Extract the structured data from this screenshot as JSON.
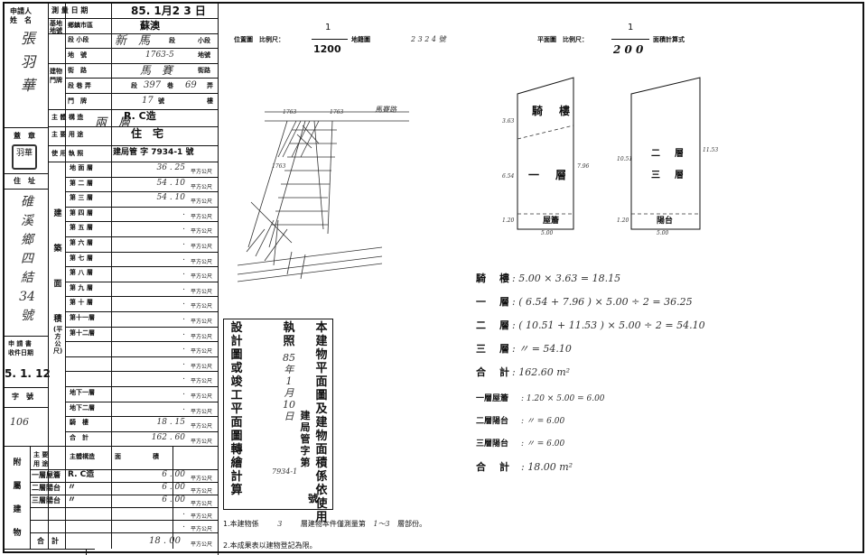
{
  "applicant": {
    "label": "申請人\n姓　名",
    "name_chars": [
      "張",
      "羽",
      "華"
    ],
    "seal_label": "蓋　章",
    "seal_chars": "羽華",
    "address_label": "住　址",
    "address_chars": [
      "碓",
      "溪",
      "鄉",
      "四",
      "結",
      "34",
      "號"
    ],
    "apply_date_label": "申 請 書\n收件日期",
    "apply_date": "5. 1. 12",
    "doc_no_label": "字　號",
    "doc_no": "106"
  },
  "survey": {
    "date_label": "測 量 日 期",
    "date": "85.  1月2 3  日",
    "district_label": "鄉鎮市區",
    "district": "蘇澳",
    "land_label": "基地地號",
    "section_label": "段 小段",
    "section": "新　馬",
    "section_suffix": "段",
    "subsection_suffix": "小段",
    "lot_label": "地　號",
    "lot": "1763-5",
    "lot_suffix": "地號",
    "door_label": "建物門牌",
    "street_label": "街　路",
    "street": "馬　賽",
    "street_suffix": "街路",
    "lane_label": "段 巷 弄",
    "lane_prefix": "段",
    "lane": "397",
    "lane_mid": "巷",
    "alley": "69",
    "alley_suffix": "弄",
    "number_label": "門　牌",
    "number": "17",
    "number_mid": "號",
    "floor_suffix": "樓",
    "structure_label": "主 體 構 造",
    "structure": "R. C造",
    "use_label": "主 要 用 途",
    "use": "住　宅",
    "use_overlay": "兩　層",
    "permit_label": "使 用 執 照",
    "permit": "建局管 字 7934-1  號"
  },
  "area_table": {
    "side_label": [
      "建",
      "築",
      "面",
      "積",
      "(平方公尺)"
    ],
    "unit": "平方公尺",
    "rows": [
      {
        "floor": "地 面 層",
        "value": "36 . 25"
      },
      {
        "floor": "第 二 層",
        "value": "54 . 10"
      },
      {
        "floor": "第 三 層",
        "value": "54 . 10"
      },
      {
        "floor": "第 四 層",
        "value": "."
      },
      {
        "floor": "第 五 層",
        "value": "."
      },
      {
        "floor": "第 六 層",
        "value": "."
      },
      {
        "floor": "第 七 層",
        "value": "."
      },
      {
        "floor": "第 八 層",
        "value": "."
      },
      {
        "floor": "第 九 層",
        "value": "."
      },
      {
        "floor": "第 十 層",
        "value": "."
      },
      {
        "floor": "第十一層",
        "value": "."
      },
      {
        "floor": "第十二層",
        "value": "."
      },
      {
        "floor": "",
        "value": "."
      },
      {
        "floor": "",
        "value": "."
      },
      {
        "floor": "",
        "value": "."
      },
      {
        "floor": "地下一層",
        "value": "."
      },
      {
        "floor": "地下二層",
        "value": "."
      },
      {
        "floor": "騎　樓",
        "value": "18 . 15"
      },
      {
        "floor": "合　計",
        "value": "162 . 60"
      }
    ]
  },
  "annex": {
    "side_label": [
      "附",
      "屬",
      "建",
      "物"
    ],
    "use_header": "主 要\n用 途",
    "struct_header": "主體構造",
    "area_header": "面　　　　　積",
    "rows": [
      {
        "use": "一層屋簷",
        "struct": "R. C造",
        "value": "6 . 00"
      },
      {
        "use": "二層陽台",
        "struct": "〃",
        "value": "6 . 00"
      },
      {
        "use": "三層陽台",
        "struct": "〃",
        "value": "6 . 00"
      },
      {
        "use": "",
        "struct": "",
        "value": "."
      },
      {
        "use": "",
        "struct": "",
        "value": "."
      }
    ],
    "total_label": "合　計",
    "total": "18 . 00"
  },
  "location_map": {
    "title": "位置圖　比例尺：",
    "scale_num": "1",
    "scale_den": "1200",
    "cad_label": "地籍圖",
    "cad_no": "2 3 2 4 號",
    "street_name": "馬賽路",
    "lots": [
      "1763",
      "1763",
      "1763"
    ]
  },
  "floor_plan": {
    "title": "平面圖　比例尺：",
    "scale_num": "1",
    "scale_den": "2 0 0",
    "calc_label": "面積計算式",
    "left": {
      "top": "騎　樓",
      "main": "一　層",
      "bottom": "屋簷",
      "dims": [
        "3.63",
        "6.54",
        "7.96",
        "1.20",
        "5.00"
      ]
    },
    "right": {
      "main": "二　層",
      "main2": "三　層",
      "bottom": "陽台",
      "dims": [
        "10.51",
        "11.53",
        "1.20",
        "5.00"
      ]
    }
  },
  "calculations": [
    {
      "label": "騎　樓",
      "expr": ": 5.00 × 3.63  =  18.15"
    },
    {
      "label": "一　層",
      "expr": ": ( 6.54 + 7.96 ) × 5.00 ÷ 2   = 36.25"
    },
    {
      "label": "二　層",
      "expr": ": ( 10.51 + 11.53 ) × 5.00 ÷ 2  = 54.10"
    },
    {
      "label": "三　層",
      "expr": ":              〃                        = 54.10"
    },
    {
      "label": "合　計",
      "expr": ": 162.60 m²"
    }
  ],
  "calc_annex": [
    {
      "label": "一層屋簷",
      "expr": ": 1.20 × 5.00  = 6.00"
    },
    {
      "label": "二層陽台",
      "expr": ":        〃        = 6.00"
    },
    {
      "label": "三層陽台",
      "expr": ":        〃        = 6.00"
    },
    {
      "label": "合　計",
      "expr": ": 18.00 m²"
    }
  ],
  "declaration": {
    "col1": "本建物平面圖及建物面積係依使用",
    "col2": "執照",
    "col2_date": "85年 1月 10 日",
    "col2_tail": "建局管字第",
    "col2_no": "7934-1",
    "col2_end": "號",
    "col3": "設計圖或竣工平面圖轉繪計算"
  },
  "notes": {
    "line1_a": "1.本建物係",
    "line1_b": "3",
    "line1_c": "層建物本件僅測量第",
    "line1_d": "1～3",
    "line1_e": "層部份。",
    "line2": "2.本成果表以建物登記為限。"
  },
  "colors": {
    "ink": "#111111",
    "pencil": "#333333",
    "paper": "#ffffff"
  }
}
